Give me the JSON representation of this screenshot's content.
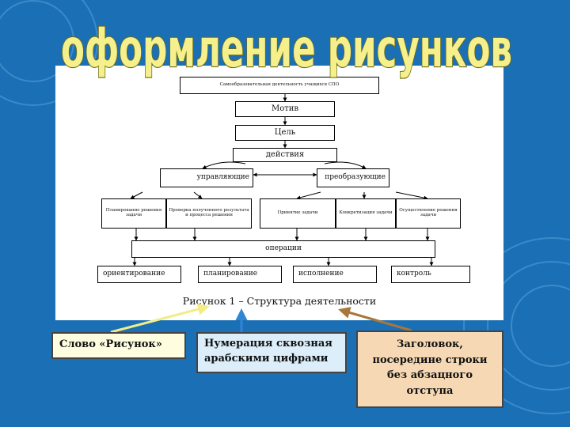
{
  "title": "оформление рисунков",
  "diagram": {
    "root": "Самообразовательная деятельность учащихся СПО",
    "motive": "Мотив",
    "goal": "Цель",
    "actions": "действия",
    "managing": "управляющие",
    "transforming": "преобразующие",
    "sub": [
      "Планирование решения задачи",
      "Проверка полученного результата и процесса решения",
      "Принятие задачи",
      "Конкретизация задачи",
      "Осуществление решения задачи"
    ],
    "operations": "операции",
    "ops": [
      "ориентирование",
      "планирование",
      "исполнение",
      "контроль"
    ]
  },
  "caption": "Рисунок 1 – Структура деятельности",
  "notes": {
    "word": "Слово «Рисунок»",
    "numbering": "Нумерация сквозная арабскими цифрами",
    "heading": "Заголовок, посередине строки без абзацного отступа"
  },
  "colors": {
    "background": "#1b6fb5",
    "title_fill": "#f5f08c",
    "note_word": "#fffde0",
    "note_numbering": "#dceefa",
    "note_heading": "#f6d9b4",
    "arrow_yellow": "#f3ec87",
    "arrow_blue": "#2f86d4",
    "arrow_brown": "#a8773c"
  }
}
